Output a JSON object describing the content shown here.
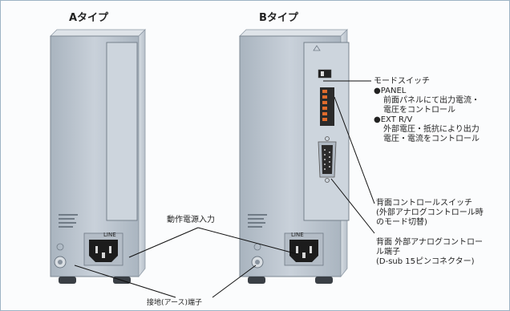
{
  "types": {
    "a": "Aタイプ",
    "b": "Bタイプ"
  },
  "labels": {
    "power_input": "動作電源入力",
    "ground_terminal": "接地(アース)端子",
    "mode_switch": "モードスイッチ",
    "panel_title": "●PANEL",
    "panel_desc_1": "前面パネルにて出力電流・",
    "panel_desc_2": "電圧をコントロール",
    "ext_title": "●EXT R/V",
    "ext_desc_1": "外部電圧・抵抗により出力",
    "ext_desc_2": "電圧・電流をコントロール",
    "rear_switch_1": "背面コントロールスイッチ",
    "rear_switch_2": "(外部アナログコントロール時",
    "rear_switch_3": "のモード切替)",
    "rear_terminal_1": "背面 外部アナログコントロー",
    "rear_terminal_2": "ル端子",
    "rear_terminal_3": "(D-sub 15ピンコネクター)"
  },
  "panel_markings": {
    "line_a": "LINE",
    "line_b": "LINE"
  },
  "colors": {
    "chassis": "#c3ccd6",
    "chassis_shadow": "#8f9aa6",
    "panel_border": "#5d6975",
    "frame": "#9db3c4",
    "connector": "#1c1c1c"
  }
}
